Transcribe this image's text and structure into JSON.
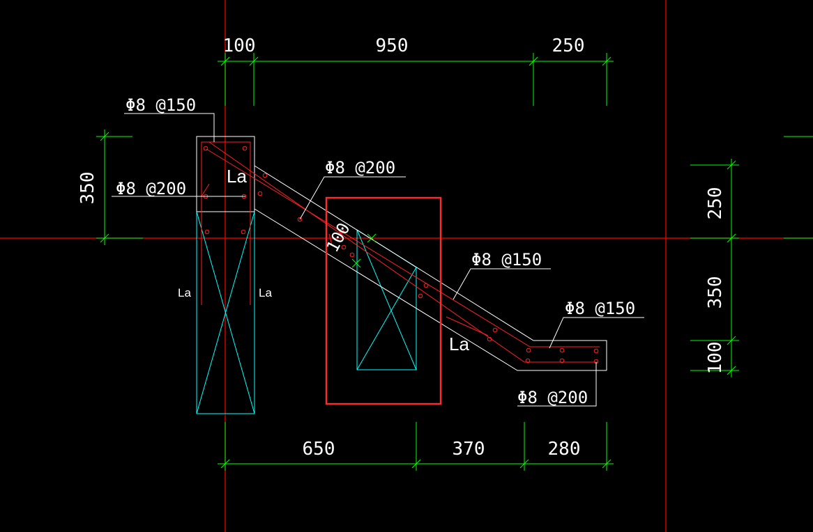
{
  "colors": {
    "background": "#000000",
    "grid_axis": "#ff0000",
    "dimension": "#00ff00",
    "outline": "#ffffff",
    "column": "#00ffff",
    "rebar": "#ff0000",
    "highlight_box": "#ff2a2a"
  },
  "dimensions": {
    "top": [
      "100",
      "950",
      "250"
    ],
    "bottom": [
      "650",
      "370",
      "280"
    ],
    "left": [
      "350"
    ],
    "right": [
      "250",
      "350",
      "100"
    ]
  },
  "annotations": {
    "rebar_top_left": "Φ8 @150",
    "rebar_left_mid": "Φ8 @200",
    "rebar_slab_top": "Φ8 @200",
    "rebar_slab_right": "Φ8 @150",
    "rebar_landing_top": "Φ8 @150",
    "rebar_landing_bottom": "Φ8 @200",
    "slab_thickness": "100",
    "anchorage_label": "La"
  }
}
